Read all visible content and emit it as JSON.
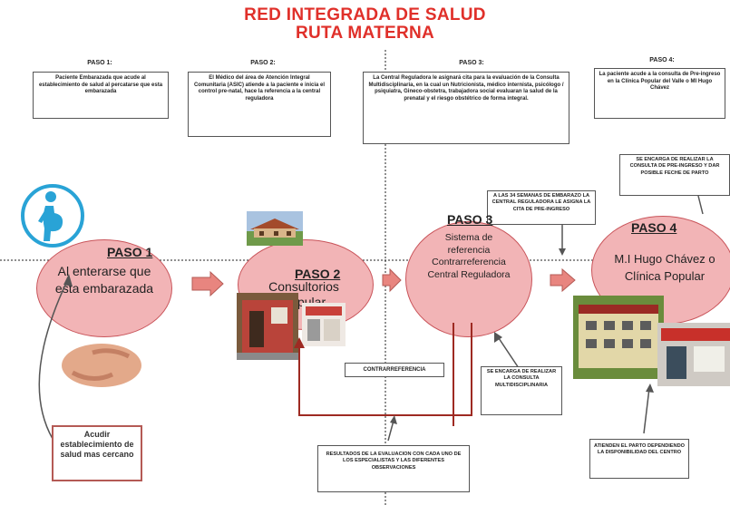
{
  "title_line1": "RED INTEGRADA DE SALUD",
  "title_line2": "RUTA MATERNA",
  "colors": {
    "title": "#e0302a",
    "ellipse_fill": "#f2b4b6",
    "ellipse_border": "#c9545a",
    "arrow": "#e8857f",
    "flow_line": "#9e2a22",
    "pregnant_icon": "#29a3d6"
  },
  "steps": [
    {
      "label": "PASO 1:",
      "description": "Paciente Embarazada que acude al establecimiento de salud al percatarse que esta embarazada",
      "paso": "PASO 1",
      "ellipse_text": "Al enterarse que esta embarazada"
    },
    {
      "label": "PASO 2:",
      "description": "El Médico del área de Atención Integral Comunitaria (ASIC) atiende a la paciente e inicia el control pre-natal, hace la referencia a la central reguladora",
      "paso": "PASO 2",
      "ellipse_text": "Consultorios Popular"
    },
    {
      "label": "PASO 3:",
      "description": "La Central Reguladora le asignará cita para la evaluación de la Consulta Multidisciplinaria, en la cual un Nutricionista, médico internista, psicólogo / psiquiatra, Gineco-obstetra, trabajadora social evaluaran la salud de la prenatal y el riesgo obstétrico de forma integral.",
      "paso": "PASO 3",
      "ellipse_text": "Sistema de referencia Contrarreferencia Central Reguladora"
    },
    {
      "label": "PASO 4:",
      "description": "La paciente acude a la consulta de Pre-ingreso en la Clínica Popular del Valle o MI Hugo Chávez",
      "paso": "PASO 4",
      "ellipse_text": "M.I Hugo Chávez o Clínica Popular"
    }
  ],
  "notes": {
    "semanas": "A LAS 34 SEMANAS DE EMBARAZO LA CENTRAL REGULADORA LE ASIGNA LA CITA DE PRE-INGRESO",
    "preingreso": "SE ENCARGA DE REALIZAR LA CONSULTA DE PRE-INGRESO Y DAR POSIBLE FECHE DE PARTO",
    "contrarreferencia": "CONTRARREFERENCIA",
    "multidisciplinaria": "SE ENCARGA DE REALIZAR LA CONSULTA MULTIDISCIPLINARIA",
    "resultados": "RESULTADOS DE LA EVALUACION CON CADA UNO DE LOS ESPECIALISTAS Y LAS DIFERENTES OBSERVACIONES",
    "parto": "ATIENDEN EL PARTO DEPENDIENDO LA DISPONIBILIDAD DEL CENTRO"
  },
  "action_box": "Acudir establecimiento de salud mas cercano"
}
